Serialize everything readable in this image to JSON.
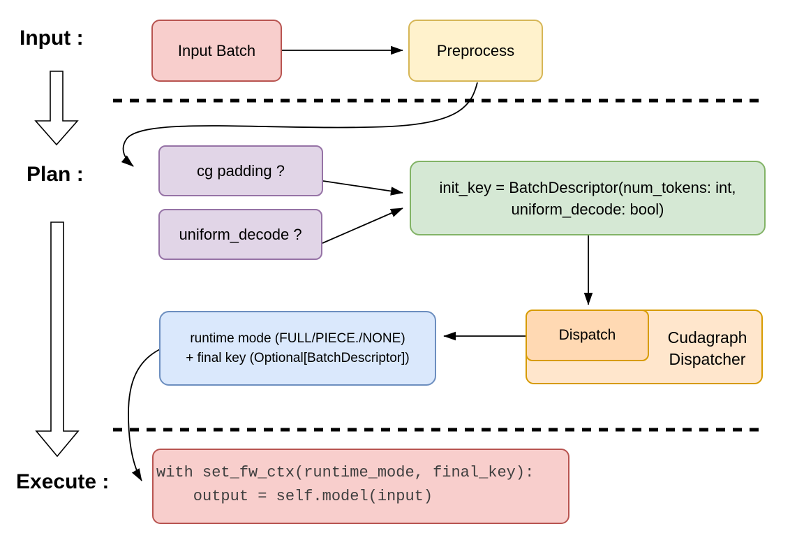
{
  "diagram": {
    "labels": {
      "input": "Input :",
      "plan": "Plan :",
      "execute": "Execute :"
    },
    "nodes": {
      "input_batch": {
        "label": "Input Batch",
        "fill": "#f8cecc",
        "border": "#b85450"
      },
      "preprocess": {
        "label": "Preprocess",
        "fill": "#fff2cc",
        "border": "#d6b656"
      },
      "cg_padding": {
        "label": "cg padding ?",
        "fill": "#e1d5e7",
        "border": "#9673a6"
      },
      "uniform_decode": {
        "label": "uniform_decode ?",
        "fill": "#e1d5e7",
        "border": "#9673a6"
      },
      "init_key": {
        "line1": "init_key = BatchDescriptor(num_tokens: int,",
        "line2": "uniform_decode: bool)",
        "fill": "#d5e8d4",
        "border": "#82b366"
      },
      "dispatch": {
        "label": "Dispatch",
        "fill": "#ffd9b3",
        "border": "#d79b00"
      },
      "cudagraph_dispatcher": {
        "line1": "Cudagraph",
        "line2": "Dispatcher",
        "fill": "#ffe6cc",
        "border": "#d79b00"
      },
      "runtime_mode": {
        "line1": "runtime mode (FULL/PIECE./NONE)",
        "line2": "+ final key (Optional[BatchDescriptor])",
        "fill": "#dae8fc",
        "border": "#6c8ebf"
      },
      "execute_code": {
        "line1": "with set_fw_ctx(runtime_mode, final_key):",
        "line2": "    output = self.model(input)",
        "fill": "#f8cecc",
        "border": "#b85450",
        "text_color": "#3f3f3f"
      }
    },
    "connector_color": "#000000",
    "separator_style": "dashed"
  }
}
